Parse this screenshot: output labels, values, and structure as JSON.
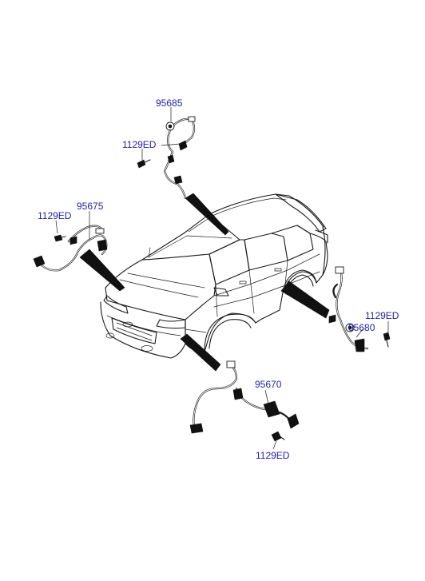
{
  "parts": {
    "rear_left_sensor": "95685",
    "rear_left_bolt": "1129ED",
    "front_left_sensor": "95675",
    "front_left_bolt": "1129ED",
    "rear_right_sensor": "95680",
    "rear_right_bolt": "1129ED",
    "front_right_sensor": "95670",
    "front_right_bolt": "1129ED"
  },
  "colors": {
    "label": "#2323a8",
    "line": "#1a1a1a",
    "background": "#ffffff"
  }
}
